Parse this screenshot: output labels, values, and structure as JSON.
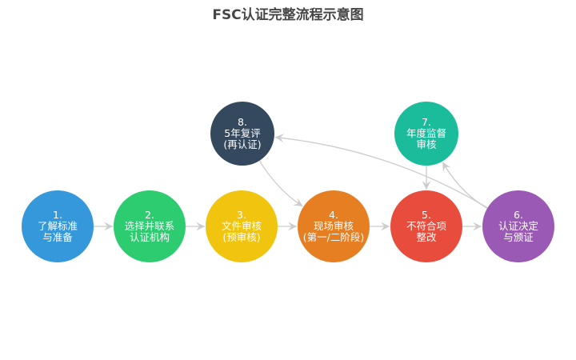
{
  "title": "FSC认证完整流程示意图",
  "nodes": [
    {
      "id": "1",
      "num": "1.",
      "lines": [
        "了解标准",
        "与准备"
      ],
      "color": "#3498db"
    },
    {
      "id": "2",
      "num": "2.",
      "lines": [
        "选择并联系",
        "认证机构"
      ],
      "color": "#2ecc71"
    },
    {
      "id": "3",
      "num": "3.",
      "lines": [
        "文件审核",
        "(预审核)"
      ],
      "color": "#f1c40f"
    },
    {
      "id": "4",
      "num": "4.",
      "lines": [
        "现场审核",
        "(第一/二阶段)"
      ],
      "color": "#e67e22"
    },
    {
      "id": "5",
      "num": "5.",
      "lines": [
        "不符合项",
        "整改"
      ],
      "color": "#e74c3c"
    },
    {
      "id": "6",
      "num": "6.",
      "lines": [
        "认证决定",
        "与颁证"
      ],
      "color": "#9b59b6"
    },
    {
      "id": "7",
      "num": "7.",
      "lines": [
        "年度监督",
        "审核"
      ],
      "color": "#1abc9c"
    },
    {
      "id": "8",
      "num": "8.",
      "lines": [
        "5年复评",
        "(再认证)"
      ],
      "color": "#34495e"
    }
  ],
  "edges": [
    {
      "from": "1",
      "to": "2"
    },
    {
      "from": "2",
      "to": "3"
    },
    {
      "from": "3",
      "to": "4"
    },
    {
      "from": "4",
      "to": "5"
    },
    {
      "from": "5",
      "to": "6"
    },
    {
      "from": "6",
      "to": "7"
    },
    {
      "from": "7",
      "to": "5"
    },
    {
      "from": "6",
      "to": "8"
    },
    {
      "from": "8",
      "to": "4"
    }
  ],
  "edge_color": "#cccccc"
}
